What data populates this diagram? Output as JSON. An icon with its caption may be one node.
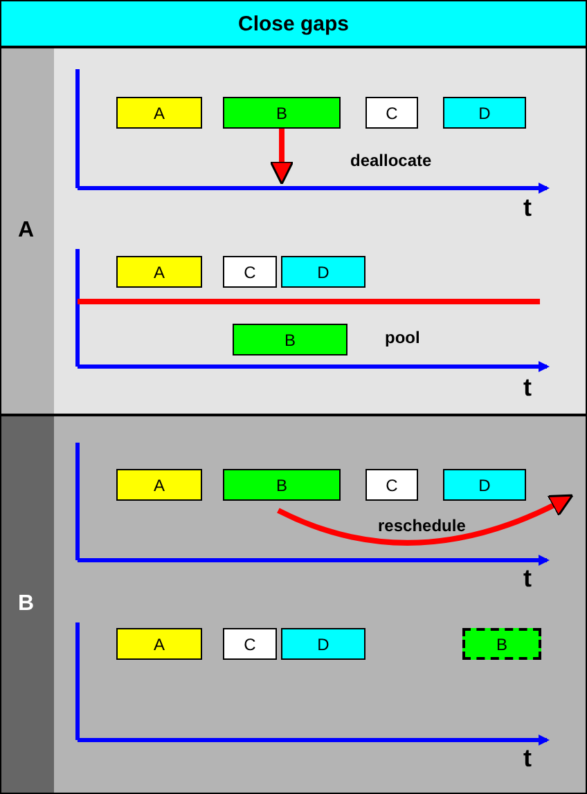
{
  "diagram": {
    "title": "Close gaps",
    "nodes": [
      {
        "text": [
          "A"
        ]
      },
      {
        "text": [
          "A"
        ],
        "in": 0
      },
      {
        "text": [
          "B"
        ],
        "in": 0
      },
      {
        "text": [
          "C"
        ],
        "in": 0
      },
      {
        "text": [
          "D"
        ],
        "in": 0
      },
      {
        "text": [
          "A"
        ],
        "in": 0
      },
      {
        "text": [
          "C"
        ],
        "in": 0
      },
      {
        "text": [
          "D"
        ],
        "in": 0
      },
      {
        "text": [
          "B"
        ],
        "in": 0
      },
      {
        "text": [
          "B"
        ]
      },
      {
        "text": [
          "A"
        ],
        "in": 9
      },
      {
        "text": [
          "B"
        ],
        "in": 9
      },
      {
        "text": [
          "C"
        ],
        "in": 9
      },
      {
        "text": [
          "D"
        ],
        "in": 9
      },
      {
        "text": [
          "A"
        ],
        "in": 9
      },
      {
        "text": [
          "C"
        ],
        "in": 9
      },
      {
        "text": [
          "D"
        ],
        "in": 9
      },
      {
        "text": [
          "B"
        ],
        "in": 9
      }
    ],
    "edges": [
      {
        "from": 2,
        "to": null,
        "arrow": "to",
        "label": "deallocate"
      },
      {
        "from": 11,
        "to": null,
        "arrow": "to",
        "label": "reschedule"
      }
    ],
    "labels": [
      "t",
      "t",
      "pool",
      "t",
      "t"
    ]
  }
}
